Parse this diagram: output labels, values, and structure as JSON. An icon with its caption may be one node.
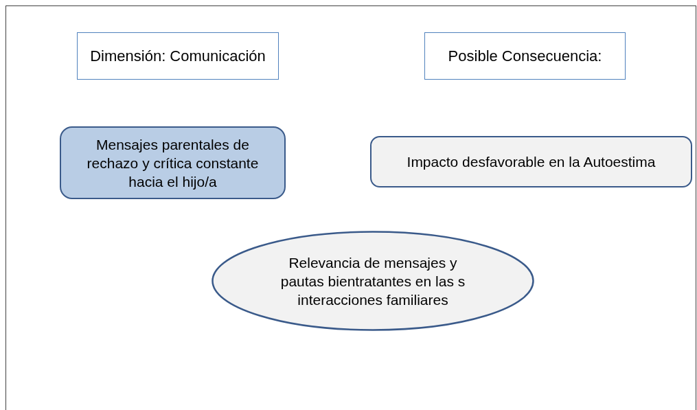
{
  "diagram": {
    "nodes": [
      {
        "text": [
          "Dimensión: Comunicación"
        ]
      },
      {
        "text": [
          "Posible Consecuencia:"
        ]
      },
      {
        "text": [
          "Mensajes parentales de rechazo y crítica constante hacia el hijo/a"
        ]
      },
      {
        "text": [
          "Impacto desfavorable en la Autoestima"
        ]
      },
      {
        "text": [
          "Relevancia de mensajes y pautas bientratantes en las s interacciones familiares"
        ]
      }
    ]
  }
}
